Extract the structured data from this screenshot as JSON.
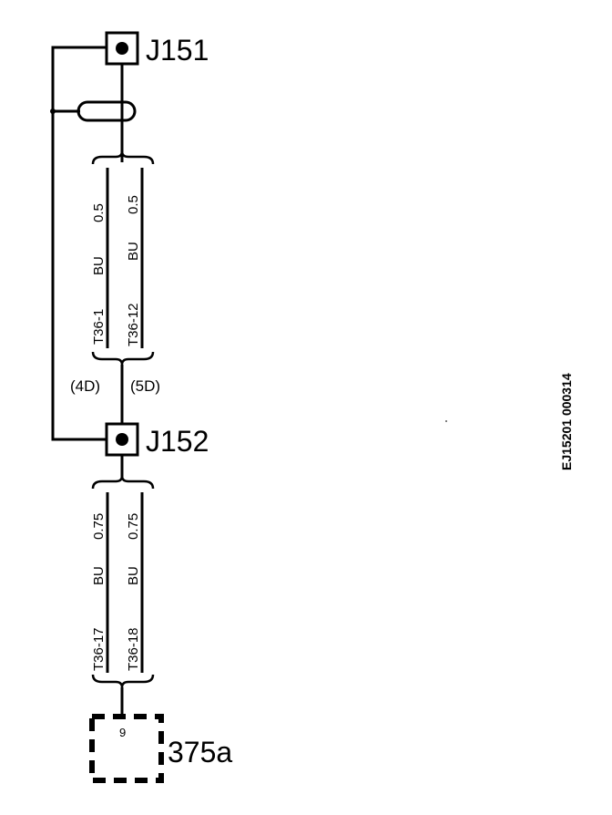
{
  "connectors": {
    "j151": "J151",
    "j152": "J152"
  },
  "component": {
    "label": "375a",
    "pin": "9"
  },
  "wires_top": [
    {
      "terminal": "T36-1",
      "color": "BU",
      "size": "0.5"
    },
    {
      "terminal": "T36-12",
      "color": "BU",
      "size": "0.5"
    }
  ],
  "wires_bottom": [
    {
      "terminal": "T36-17",
      "color": "BU",
      "size": "0.75"
    },
    {
      "terminal": "T36-18",
      "color": "BU",
      "size": "0.75"
    }
  ],
  "refs": {
    "left": "(4D)",
    "right": "(5D)"
  },
  "diagram_code": "EJ15201 000314"
}
